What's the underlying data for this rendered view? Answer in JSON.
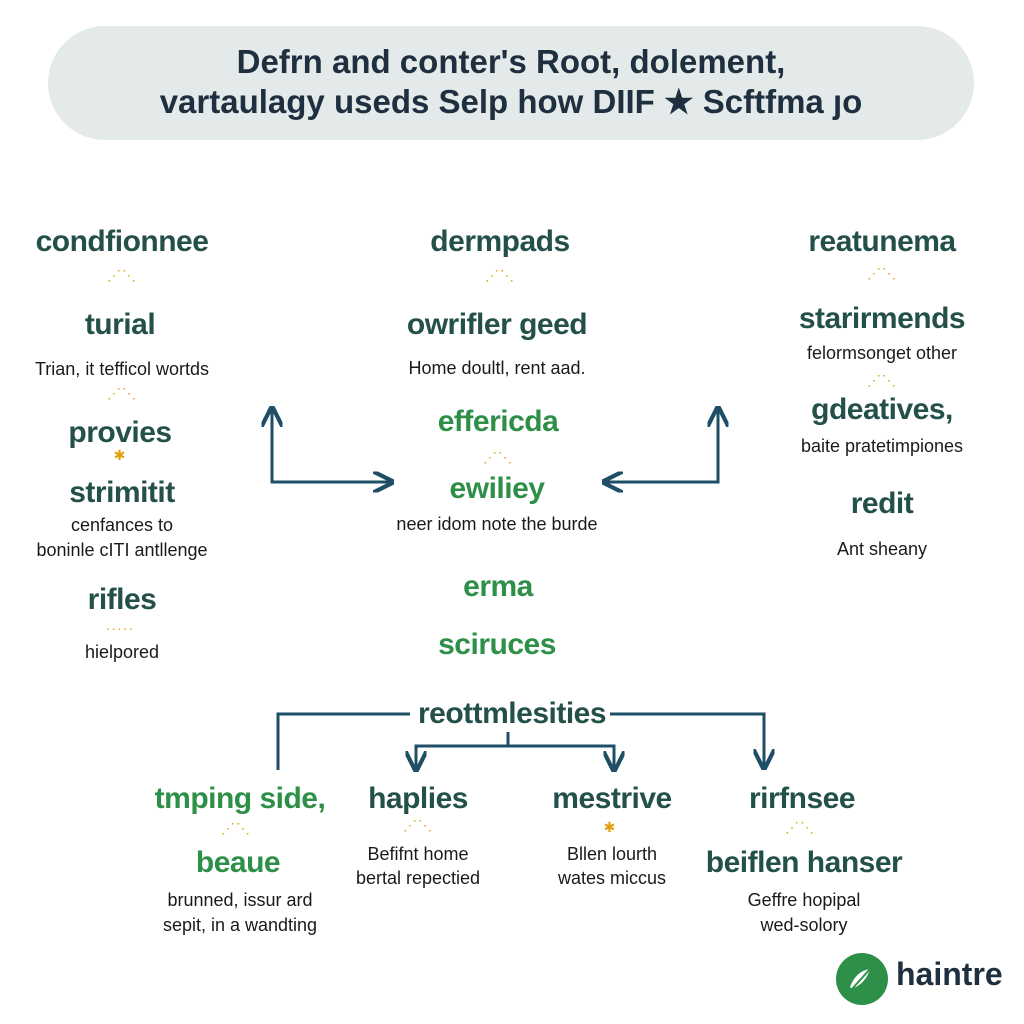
{
  "title": {
    "line1": "Defrn and conter's Root, dolement,",
    "line2": "vartaulagy useds Selp how DIIF ★ Scftfma ȷo"
  },
  "left": {
    "h1": "condfionnee",
    "h2": "turial",
    "t2": "Trian, it tefficol wortds",
    "h3": "provies",
    "h4": "strimitit",
    "t4a": "cenfances to",
    "t4b": "boninle cITI antllenge",
    "h5": "rifles",
    "t5": "hielpored"
  },
  "center": {
    "h1": "dermpads",
    "h2": "owrifler geed",
    "t2": "Home doultl, rent aad.",
    "h3": "effericda",
    "h4": "ewiliey",
    "t4": "neer idom note the burde",
    "h5": "erma",
    "h6": "sciruces"
  },
  "right": {
    "h1": "reatunema",
    "h2": "starirmends",
    "t2": "felormsonget other",
    "h3": "gdeatives,",
    "t3": "baite pratetimpiones",
    "h4": "redit",
    "t4": "Ant sheany"
  },
  "bottom": {
    "hub": "reottmlesities",
    "c1h1": "tmping side,",
    "c1h2": "beaue",
    "c1t1": "brunned, issur ard",
    "c1t2": "sepit, in a wandting",
    "c2h": "haplies",
    "c2t1": "Befifnt home",
    "c2t2": "bertal repectied",
    "c3h": "mestrive",
    "c3t1": "Bllen lourth",
    "c3t2": "wates miccus",
    "c4h1": "rirfnsee",
    "c4h2": "beiflen hanser",
    "c4t1": "Geffre hopipal",
    "c4t2": "wed-solory"
  },
  "brand": {
    "name": "haintre"
  },
  "colors": {
    "dark_green": "#24504a",
    "bright_green": "#2e8f48",
    "arrow": "#1f4f66",
    "banner": "#e3eae9",
    "accent_dots": "#e0a010"
  }
}
